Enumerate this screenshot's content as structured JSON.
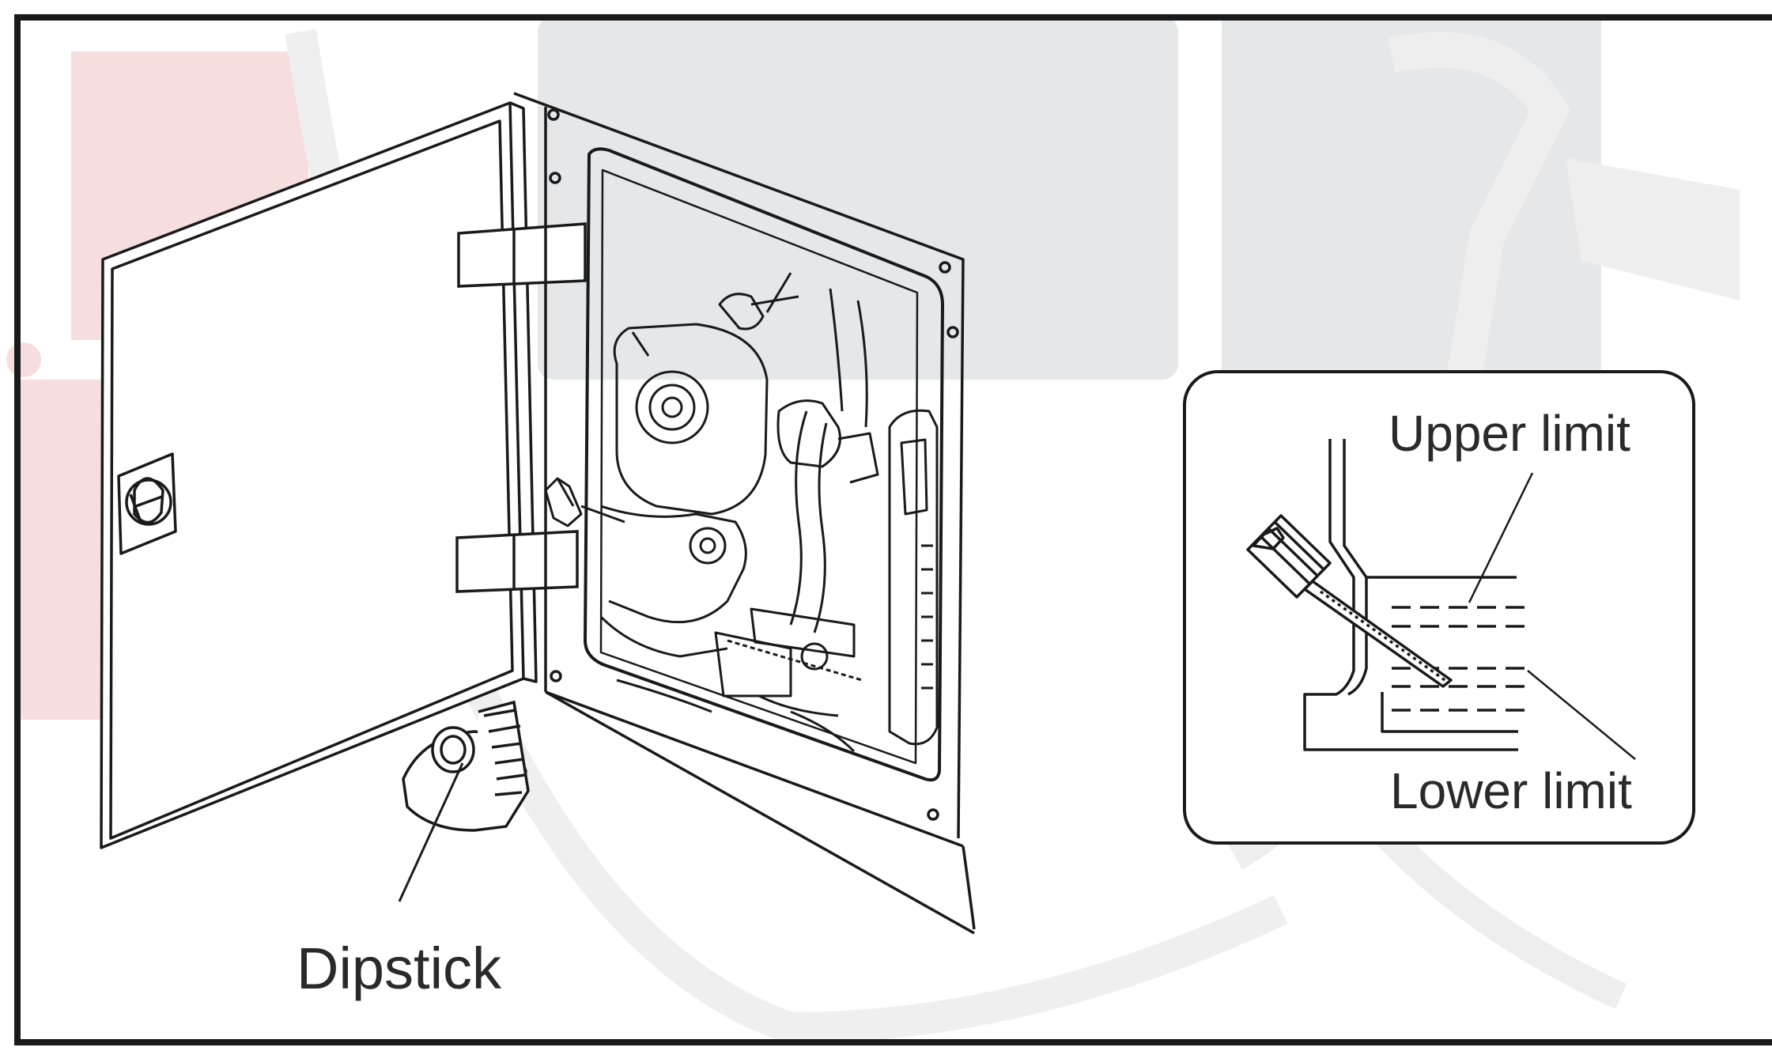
{
  "labels": {
    "dipstick": "Dipstick",
    "upper_limit": "Upper limit",
    "lower_limit": "Lower limit"
  },
  "colors": {
    "line": "#1a1a1a",
    "watermark_red": "#f6dede",
    "watermark_gray": "#e6e7e9",
    "watermark_light": "#eeeeee"
  }
}
